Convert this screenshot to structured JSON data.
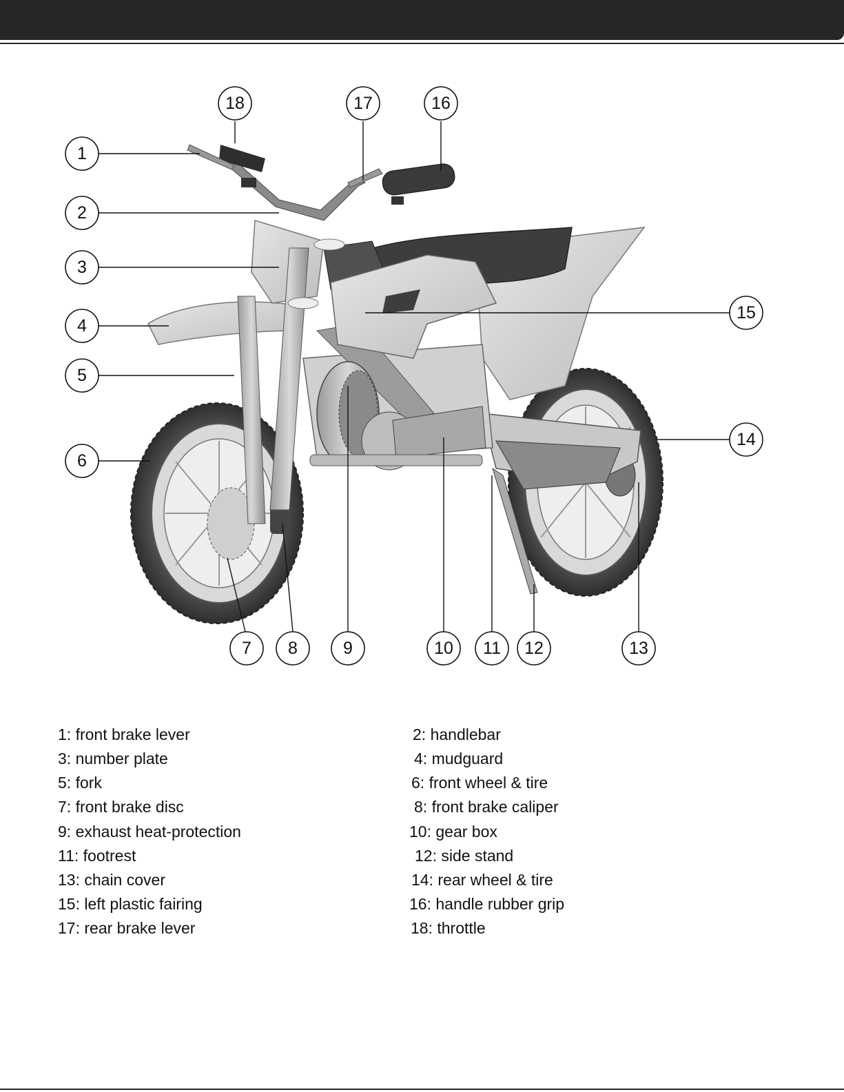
{
  "callouts": [
    {
      "number": "1",
      "text": "front brake lever"
    },
    {
      "number": "2",
      "text": "handlebar"
    },
    {
      "number": "3",
      "text": "number plate"
    },
    {
      "number": "4",
      "text": "mudguard"
    },
    {
      "number": "5",
      "text": "fork"
    },
    {
      "number": "6",
      "text": "front wheel & tire"
    },
    {
      "number": "7",
      "text": "front brake disc"
    },
    {
      "number": "8",
      "text": "front brake caliper"
    },
    {
      "number": "9",
      "text": "exhaust heat-protection"
    },
    {
      "number": "10",
      "text": "gear box"
    },
    {
      "number": "11",
      "text": "footrest"
    },
    {
      "number": "12",
      "text": "side stand"
    },
    {
      "number": "13",
      "text": "chain cover"
    },
    {
      "number": "14",
      "text": "rear wheel & tire"
    },
    {
      "number": "15",
      "text": "left plastic fairing"
    },
    {
      "number": "16",
      "text": "handle rubber grip"
    },
    {
      "number": "17",
      "text": "rear brake lever"
    },
    {
      "number": "18",
      "text": "throttle"
    }
  ],
  "legend": [
    "1: front brake lever",
    "2: handlebar",
    "3: number plate",
    "4: mudguard",
    "5: fork",
    "6: front wheel & tire",
    "7: front brake disc",
    "8: front brake caliper",
    "9: exhaust heat-protection",
    "10: gear box",
    "11: footrest",
    "12: side stand",
    "13: chain cover",
    "14: rear wheel & tire",
    "15: left plastic fairing",
    "16: handle rubber grip",
    "17: rear brake lever",
    "18: throttle"
  ]
}
